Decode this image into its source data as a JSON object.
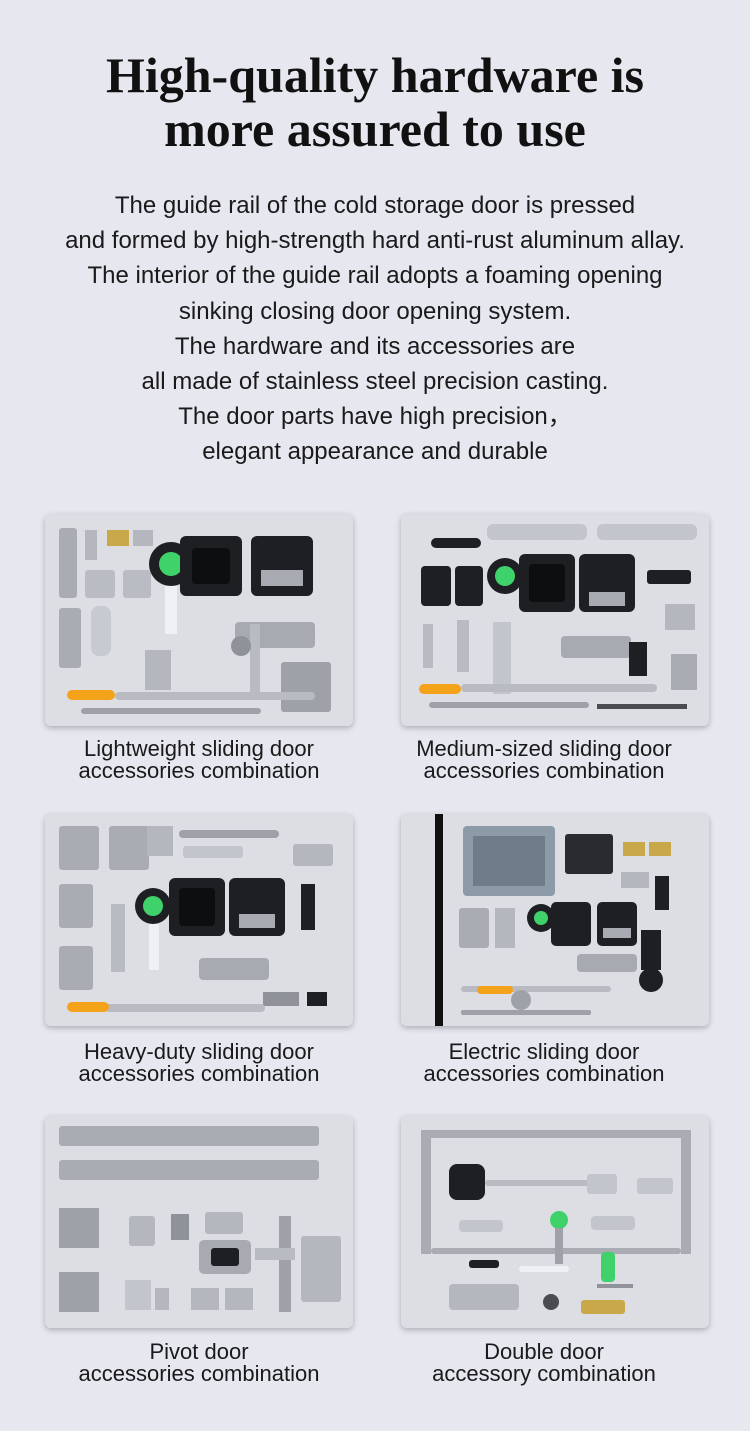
{
  "header": {
    "title_lines": [
      "High-quality hardware is",
      "more assured to use"
    ]
  },
  "description": {
    "lines": [
      "The guide rail of the cold storage door is pressed",
      "and formed by high-strength hard anti-rust aluminum allay.",
      "The interior of the guide rail adopts a foaming opening",
      "sinking closing door opening system.",
      "The hardware and its accessories are",
      "all made of stainless steel precision casting.",
      "The door parts have high precision，",
      "elegant appearance and durable"
    ]
  },
  "products": [
    {
      "caption_lines": [
        "Lightweight sliding door",
        "accessories combination"
      ]
    },
    {
      "caption_lines": [
        "Medium-sized sliding door",
        "accessories combination"
      ]
    },
    {
      "caption_lines": [
        "Heavy-duty sliding door",
        "accessories combination"
      ]
    },
    {
      "caption_lines": [
        "Electric sliding door",
        "accessories combination"
      ]
    },
    {
      "caption_lines": [
        "Pivot door",
        "accessories combination"
      ]
    },
    {
      "caption_lines": [
        "Double door",
        "accessory combination"
      ]
    }
  ],
  "colors": {
    "background": "#e6e7ef",
    "photo_background": "#d9dbe2",
    "metal": "#b8bcc2",
    "dark_part": "#1e1f22",
    "handle_accent": "#f3a21a",
    "knob_accent": "#3fd16a"
  }
}
